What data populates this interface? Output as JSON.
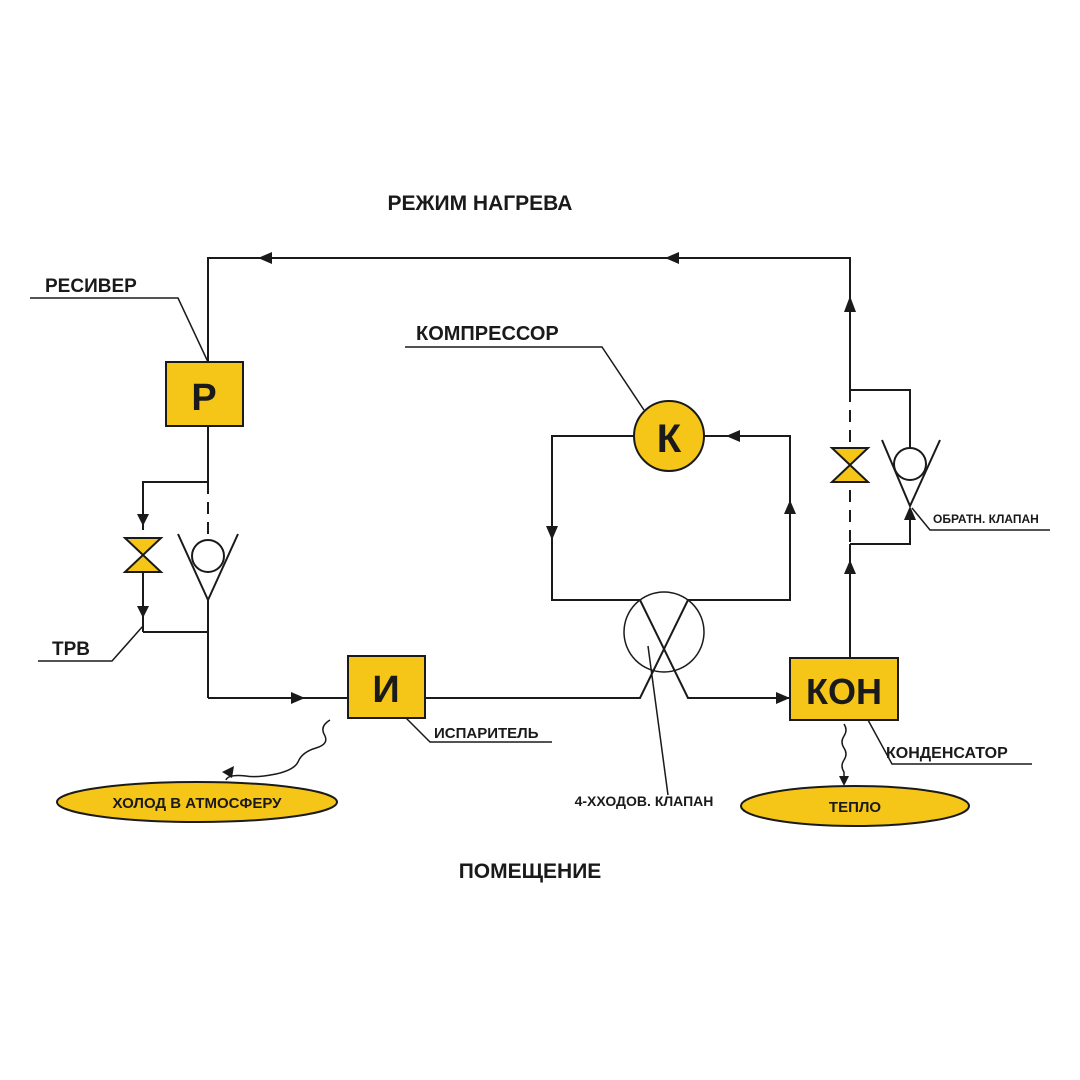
{
  "title": "РЕЖИМ НАГРЕВА",
  "footer": "ПОМЕЩЕНИЕ",
  "accent_color": "#f5c518",
  "line_color": "#1a1a1a",
  "components": {
    "receiver": {
      "symbol": "Р",
      "label": "РЕСИВЕР"
    },
    "compressor": {
      "symbol": "К",
      "label": "КОМПРЕССОР"
    },
    "evaporator": {
      "symbol": "И",
      "label": "ИСПАРИТЕЛЬ"
    },
    "condenser": {
      "symbol": "КОН",
      "label": "КОНДЕНСАТОР"
    },
    "expansion_valve": {
      "label": "ТРВ"
    },
    "four_way_valve": {
      "label": "4-ХХОДОВ. КЛАПАН"
    },
    "check_valve": {
      "label": "ОБРАТН. КЛАПАН"
    }
  },
  "outputs": {
    "cold": "ХОЛОД В АТМОСФЕРУ",
    "heat": "ТЕПЛО"
  }
}
